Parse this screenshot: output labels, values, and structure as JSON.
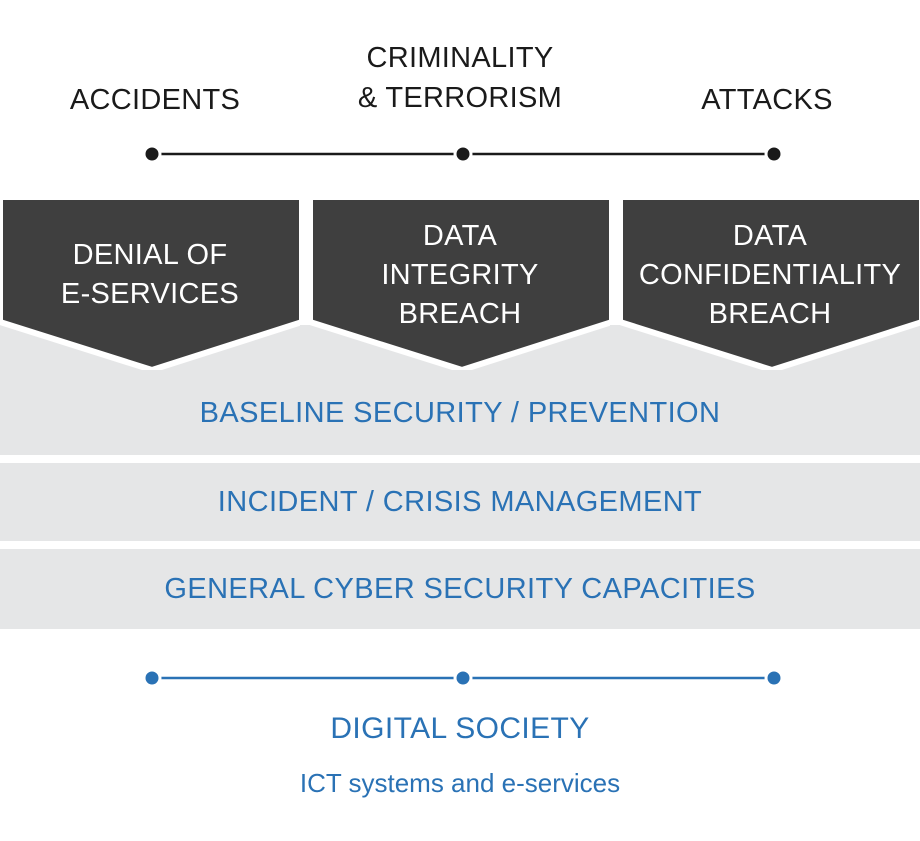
{
  "threats": [
    {
      "lines": [
        "ACCIDENTS"
      ]
    },
    {
      "lines": [
        "CRIMINALITY",
        "& TERRORISM"
      ]
    },
    {
      "lines": [
        "ATTACKS"
      ]
    }
  ],
  "incidents": [
    {
      "lines": [
        "DENIAL OF",
        "E-SERVICES"
      ]
    },
    {
      "lines": [
        "DATA",
        "INTEGRITY",
        "BREACH"
      ]
    },
    {
      "lines": [
        "DATA",
        "CONFIDENTIALITY",
        "BREACH"
      ]
    }
  ],
  "layers": [
    "BASELINE SECURITY / PREVENTION",
    "INCIDENT / CRISIS MANAGEMENT",
    "GENERAL CYBER SECURITY CAPACITIES"
  ],
  "society": {
    "title": "DIGITAL SOCIETY",
    "subtitle": "ICT systems and e-services"
  },
  "colors": {
    "dark_block": "#3f3f3f",
    "band_gray": "#e5e6e7",
    "accent_blue": "#2a72b5",
    "text_dark": "#1a1a1a"
  }
}
